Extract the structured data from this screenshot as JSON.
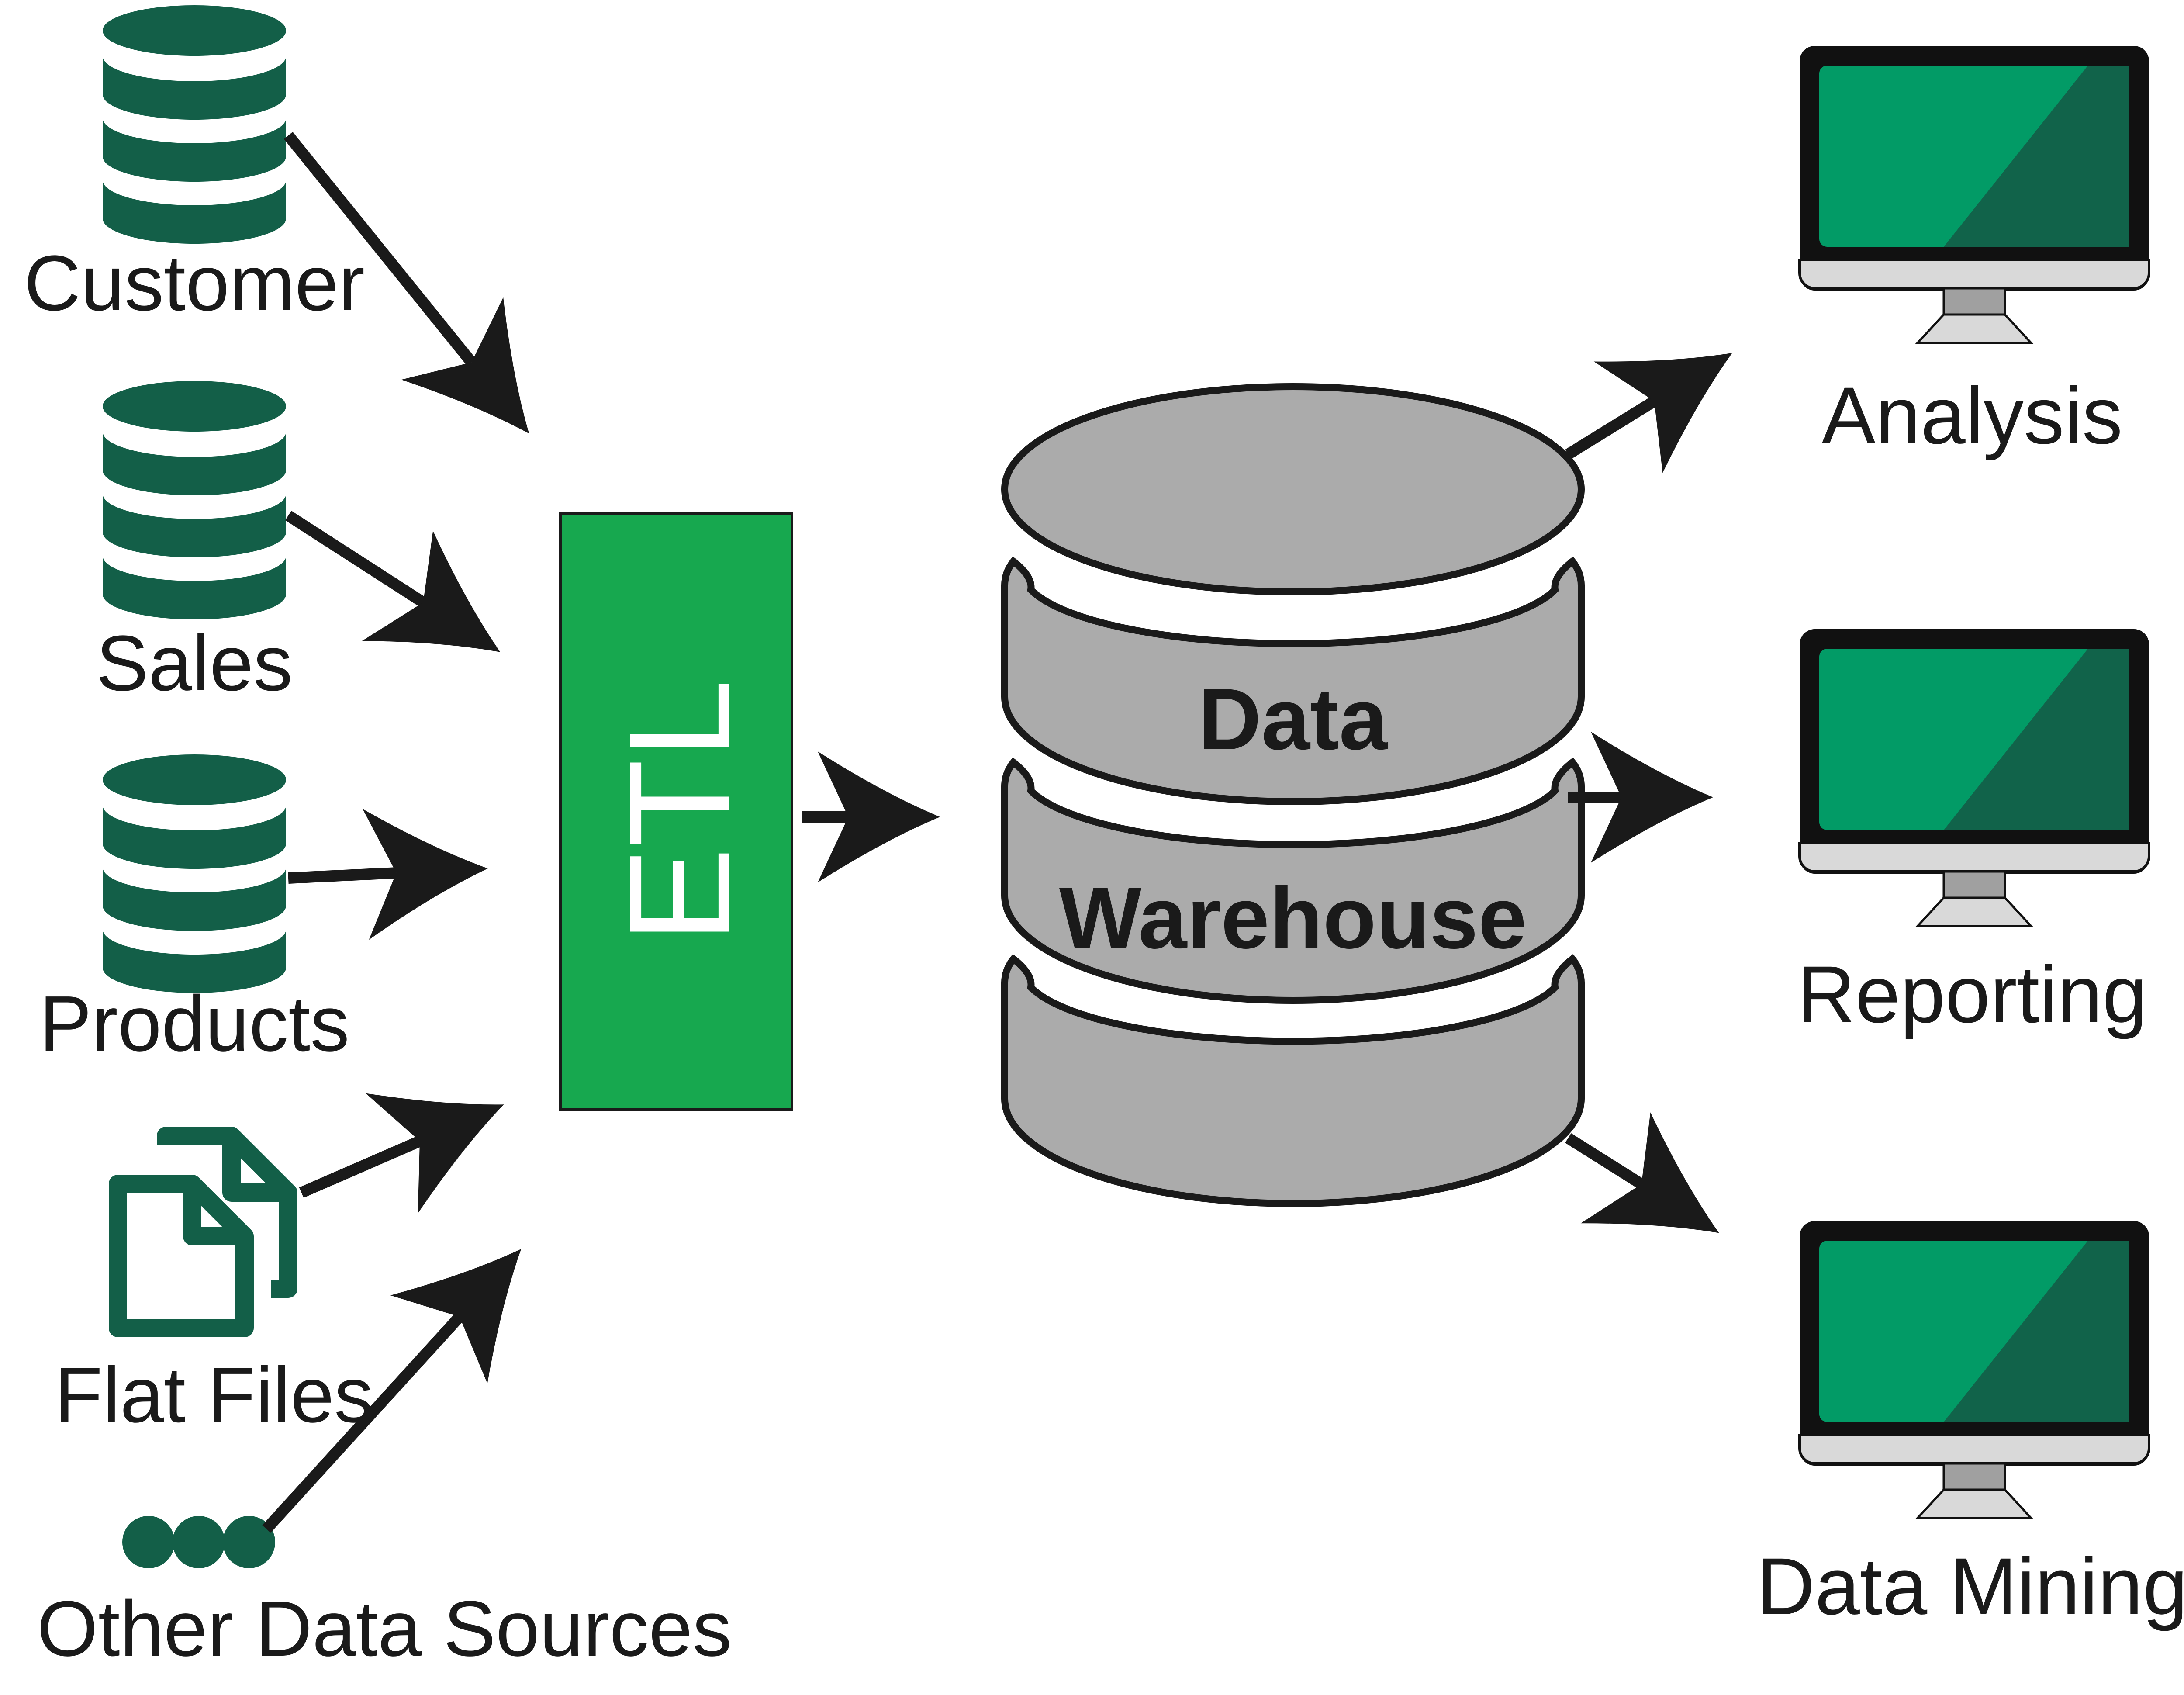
{
  "sources": [
    {
      "id": "customer",
      "label": "Customer",
      "icon": "database-icon"
    },
    {
      "id": "sales",
      "label": "Sales",
      "icon": "database-icon"
    },
    {
      "id": "products",
      "label": "Products",
      "icon": "database-icon"
    },
    {
      "id": "flat-files",
      "label": "Flat Files",
      "icon": "documents-icon"
    },
    {
      "id": "other",
      "label": "Other Data Sources",
      "icon": "ellipsis-dots-icon"
    }
  ],
  "etl": {
    "label": "ETL"
  },
  "warehouse": {
    "line1": "Data",
    "line2": "Warehouse",
    "icon": "warehouse-cylinder-icon"
  },
  "outputs": [
    {
      "id": "analysis",
      "label": "Analysis",
      "icon": "monitor-icon"
    },
    {
      "id": "reporting",
      "label": "Reporting",
      "icon": "monitor-icon"
    },
    {
      "id": "data-mining",
      "label": "Data Mining",
      "icon": "monitor-icon"
    }
  ],
  "colors": {
    "source_green": "#135f48",
    "etl_green": "#17a84f",
    "warehouse_gray": "#ababab",
    "screen_light": "#029b66",
    "screen_dark": "#11634a",
    "monitor_bezel": "#111111",
    "monitor_chin": "#d9d9d9",
    "arrow": "#1a1a1a"
  }
}
